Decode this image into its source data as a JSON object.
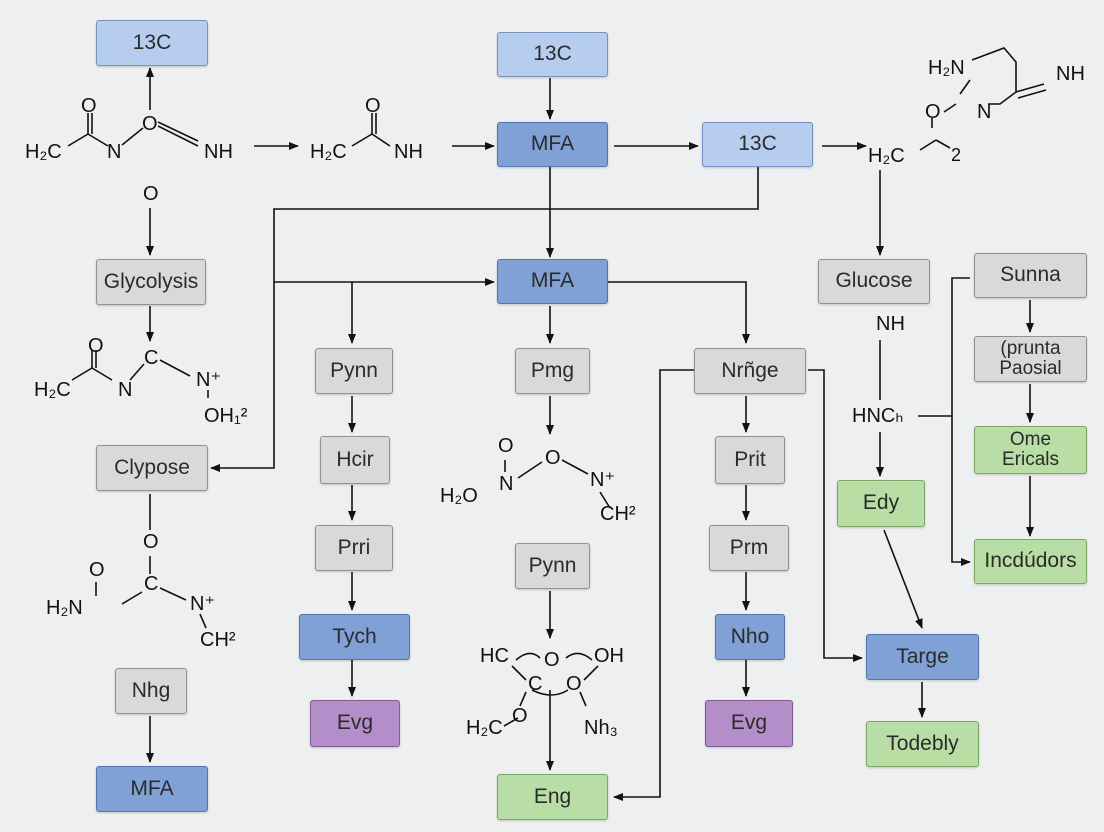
{
  "boxes": {
    "c13_top_left": "13C",
    "c13_top_mid": "13C",
    "mfa_top": "MFA",
    "c13_right": "13C",
    "mfa_mid": "MFA",
    "glycolysis": "Glycolysis",
    "glucose": "Glucose",
    "sunna": "Sunna",
    "prunta_line1": "(prunta",
    "prunta_line2": "Paosial",
    "ome_line1": "Ome",
    "ome_line2": "Ericals",
    "incdudors": "Incdúdors",
    "pynn_left": "Pynn",
    "pmg": "Pmg",
    "nrnge": "Nrñge",
    "clypose": "Clypose",
    "hcir": "Hcir",
    "prit": "Prit",
    "edy": "Edy",
    "prri": "Prri",
    "pynn_mid": "Pynn",
    "prm": "Prm",
    "tych": "Tych",
    "nho": "Nho",
    "targe": "Targe",
    "evg_left": "Evg",
    "evg_right": "Evg",
    "todebly": "Todebly",
    "nhg": "Nhg",
    "mfa_bottom": "MFA",
    "eng": "Eng"
  },
  "chem": {
    "o1": "O",
    "h2c1": "H₂C",
    "n1": "N",
    "o2": "O",
    "nh1": "NH",
    "o3": "O",
    "h2c2": "H₂C",
    "nh2": "NH",
    "h2n_tr": "H₂N",
    "o_tr": "O",
    "n_tr": "N",
    "nh_tr": "NH",
    "h2c_tr": "H₂C",
    "o_tr2": "O",
    "two_tr": "2",
    "o_isolated": "O",
    "o4": "O",
    "h2c3": "H₂C",
    "n2": "N",
    "c1": "C",
    "nplus1": "N⁺",
    "oh1": "OH₁²",
    "o5": "O",
    "o6": "O",
    "h2n2": "H₂N",
    "c2": "C",
    "nplus2": "N⁺",
    "ch2a": "CH²",
    "o7": "O",
    "h2o": "H₂O",
    "n3": "N",
    "o8": "O",
    "nplus3": "N⁺",
    "ch2b": "CH²",
    "hc": "HC",
    "o9": "O",
    "oh2": "OH",
    "c3": "C",
    "o10": "O",
    "h2c4": "H₂C",
    "o11": "O",
    "nh3": "Nh₃",
    "nh_glu": "NH",
    "hnch": "HNCₕ"
  }
}
